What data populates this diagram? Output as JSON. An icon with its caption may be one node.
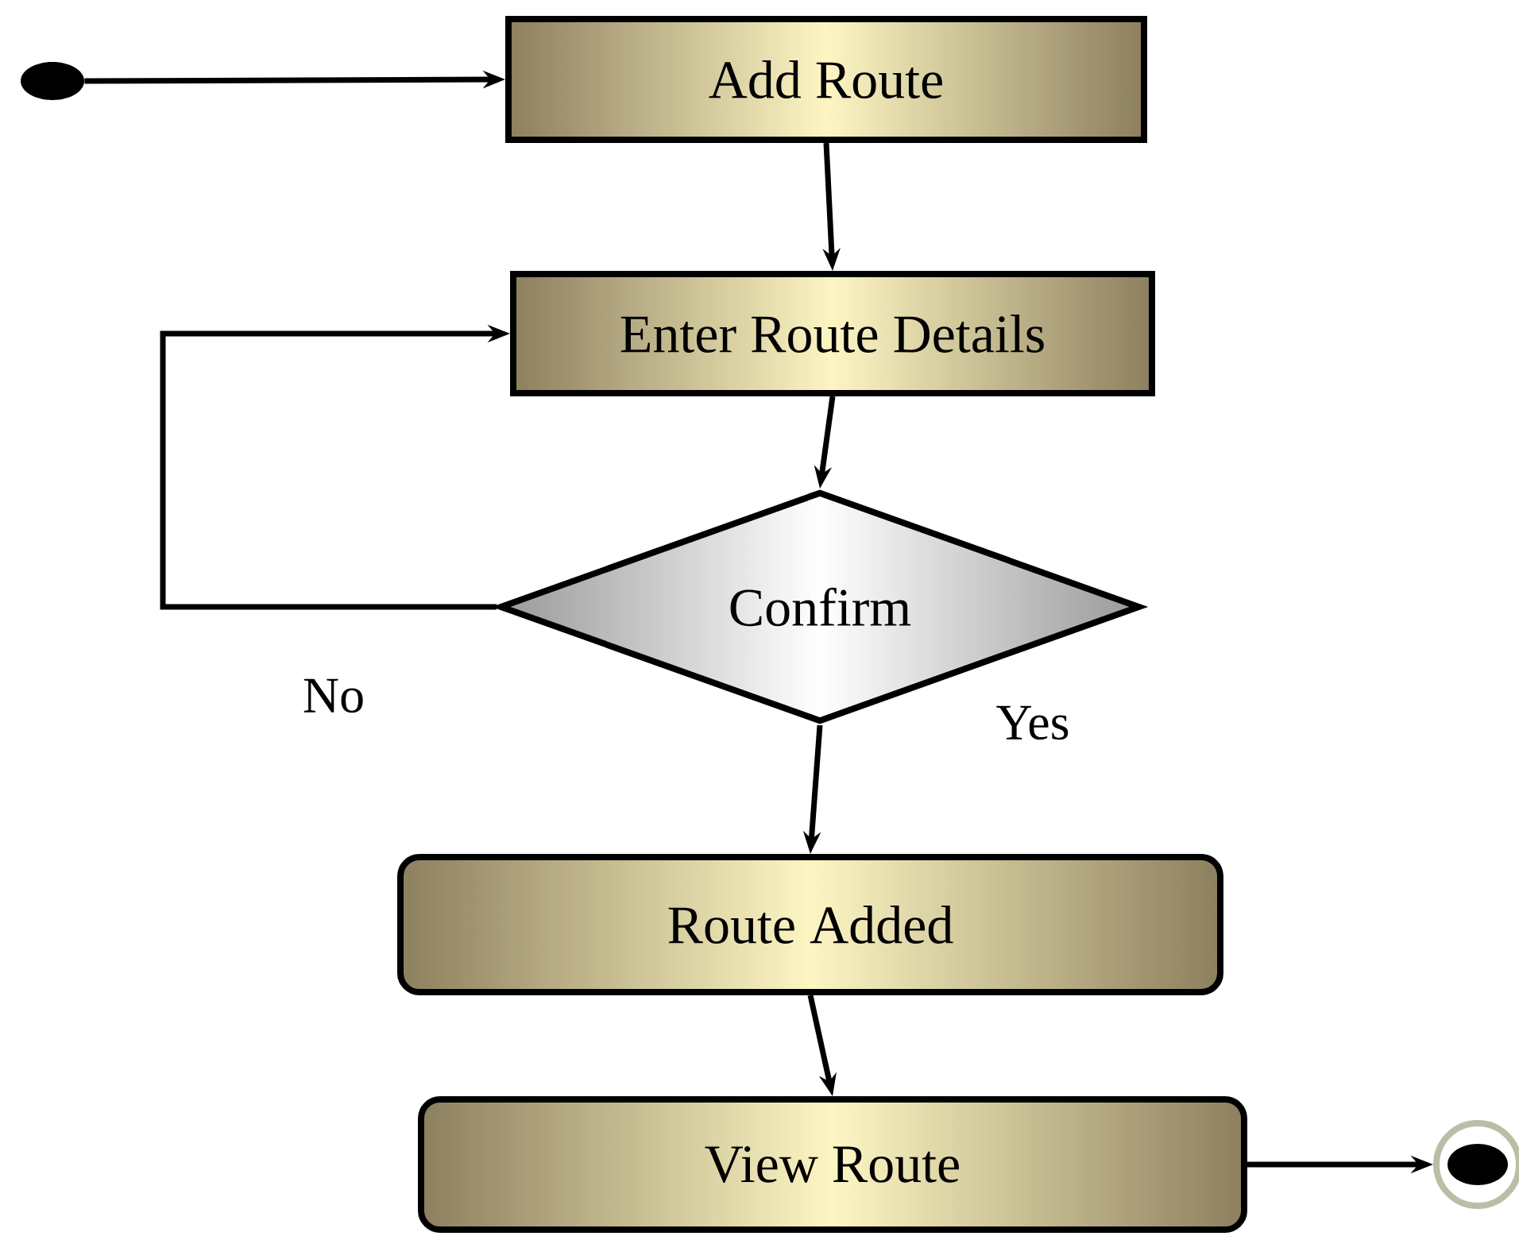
{
  "diagram": {
    "nodes": [
      {
        "text": [],
        "shape": "circle"
      },
      {
        "text": [
          "Add Route"
        ]
      },
      {
        "text": [
          "Enter Route Details"
        ]
      },
      {
        "text": [
          "Confirm"
        ]
      },
      {
        "text": [
          "Route Added"
        ]
      },
      {
        "text": [
          "View Route"
        ]
      },
      {
        "text": [],
        "shape": "bullseye"
      }
    ],
    "edges": [
      {
        "from": 0,
        "to": 1,
        "arrow": "to"
      },
      {
        "from": 1,
        "to": 2,
        "arrow": "to"
      },
      {
        "from": 2,
        "to": 3,
        "arrow": "to"
      },
      {
        "from": 3,
        "to": 2,
        "arrow": "to",
        "label": "No"
      },
      {
        "from": 3,
        "to": 4,
        "arrow": "to",
        "label": "Yes"
      },
      {
        "from": 4,
        "to": 5,
        "arrow": "to"
      },
      {
        "from": 5,
        "to": 6,
        "arrow": "to"
      }
    ]
  }
}
